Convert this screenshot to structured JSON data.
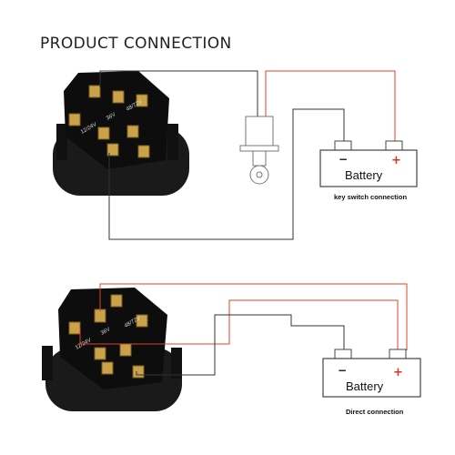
{
  "title": "PRODUCT CONNECTION",
  "colors": {
    "wire_black": "#333333",
    "wire_red": "#e0412a",
    "meter_body": "#0d0d0d",
    "terminal": "#c9a24a",
    "terminal_red": "#e0412a",
    "plus_sign": "#e0302a"
  },
  "top_diagram": {
    "meter_labels": [
      "12/24V",
      "36V",
      "48/72V"
    ],
    "battery_label": "Battery",
    "battery_minus": "−",
    "battery_plus": "+",
    "caption": "key switch connection"
  },
  "bottom_diagram": {
    "meter_labels": [
      "12/24V",
      "36V",
      "48/72V"
    ],
    "battery_label": "Battery",
    "battery_minus": "−",
    "battery_plus": "+",
    "caption": "Direct connection"
  }
}
